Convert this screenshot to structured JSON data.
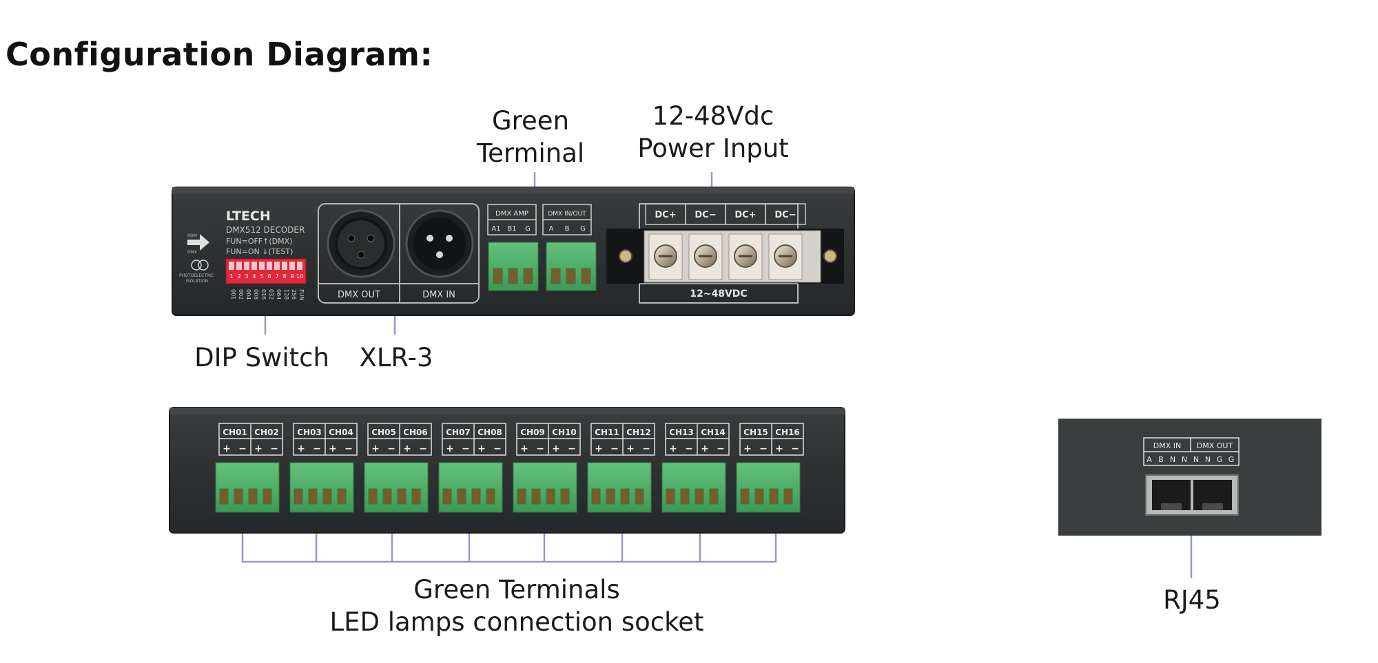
{
  "heading": "Configuration Diagram:",
  "callouts": {
    "green_terminal": [
      "Green",
      "Terminal"
    ],
    "power_input": [
      "12-48Vdc",
      "Power Input"
    ],
    "dip_switch": "DIP Switch",
    "xlr3": "XLR-3",
    "green_terminals": [
      "Green Terminals",
      "LED lamps connection socket"
    ],
    "rj45": "RJ45"
  },
  "device_front": {
    "brand": "LTECH",
    "model": "DMX512 DECODER",
    "fun_off": "FUN=OFF↑(DMX)",
    "fun_on": "FUN=ON ↓(TEST)",
    "rdm_label": "RDM",
    "dmx_label": "DMX",
    "photo_label": "PHOTOELECTRIC",
    "isolation_label": "ISOLATION",
    "dip_numbers": [
      "1",
      "2",
      "3",
      "4",
      "5",
      "6",
      "7",
      "8",
      "9",
      "10"
    ],
    "dip_values": [
      "001",
      "002",
      "004",
      "008",
      "016",
      "032",
      "064",
      "128",
      "256",
      "FUN"
    ],
    "dmx_out": "DMX OUT",
    "dmx_in": "DMX IN",
    "dmx_amp": "DMX AMP",
    "dmx_amp_pins": [
      "A1",
      "B1",
      "G"
    ],
    "dmx_inout": "DMX IN/OUT",
    "dmx_inout_pins": [
      "A",
      "B",
      "G"
    ],
    "power_pins": [
      "DC+",
      "DC−",
      "DC+",
      "DC−"
    ],
    "voltage": "12~48VDC"
  },
  "device_channels": {
    "groups": [
      [
        "CH01",
        "CH02"
      ],
      [
        "CH03",
        "CH04"
      ],
      [
        "CH05",
        "CH06"
      ],
      [
        "CH07",
        "CH08"
      ],
      [
        "CH09",
        "CH10"
      ],
      [
        "CH11",
        "CH12"
      ],
      [
        "CH13",
        "CH14"
      ],
      [
        "CH15",
        "CH16"
      ]
    ],
    "polarity": [
      "+",
      "−",
      "+",
      "−"
    ]
  },
  "device_rj45": {
    "dmx_in": "DMX IN",
    "dmx_out": "DMX OUT",
    "pins": [
      "A",
      "B",
      "N",
      "N",
      "N",
      "N",
      "G",
      "G"
    ]
  },
  "colors": {
    "panel": "#2d3031",
    "panel_light": "#3d4142",
    "terminal_green": "#4fb56a",
    "leader_line": "#9c93c9"
  }
}
